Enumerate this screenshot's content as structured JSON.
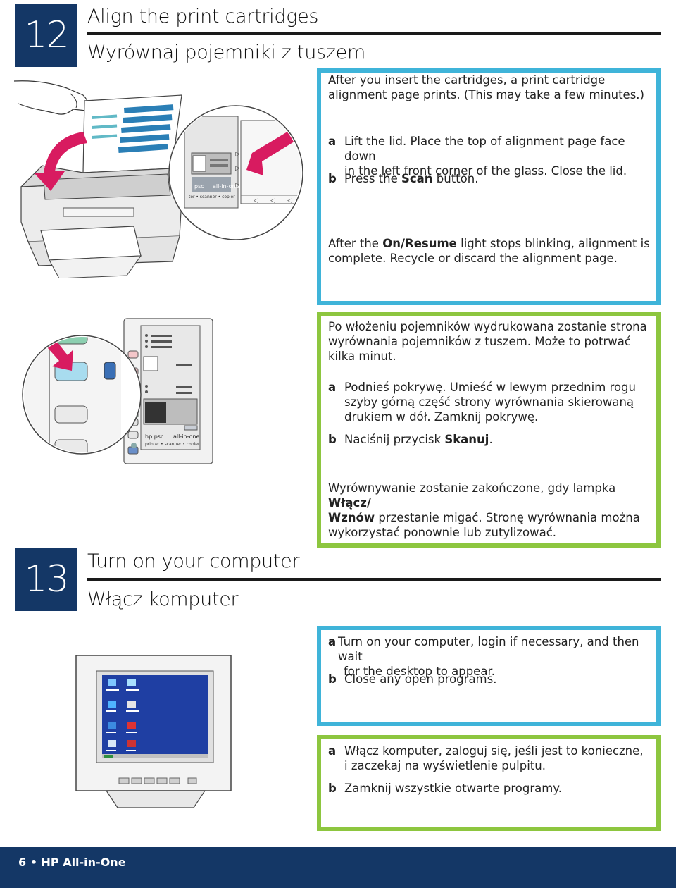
{
  "step12": {
    "number": "12",
    "title_en": "Align the print cartridges",
    "title_pl": "Wyrównaj pojemniki z tuszem",
    "en": {
      "intro": "After you insert the cartridges, a print cartridge alignment page prints. (This may take a few minutes.)",
      "a_letter": "a",
      "a_line1": "Lift the lid. Place the top of alignment page face down",
      "a_line2": "in the left front corner of the glass. Close the lid.",
      "b_letter": "b",
      "b_pre": "Press the ",
      "b_bold": "Scan",
      "b_post": " button.",
      "after_pre": "After the ",
      "after_bold": "On/Resume",
      "after_post": " light stops blinking, alignment is",
      "after_line2": "complete. Recycle or discard the alignment page."
    },
    "pl": {
      "intro_line1": "Po włożeniu pojemników wydrukowana zostanie strona",
      "intro_line2": "wyrównania pojemników z tuszem. Może to potrwać",
      "intro_line3": "kilka minut.",
      "a_letter": "a",
      "a_line1": "Podnieś pokrywę. Umieść w lewym przednim rogu",
      "a_line2": "szyby górną część strony wyrównania skierowaną",
      "a_line3": "drukiem w dół. Zamknij pokrywę.",
      "b_letter": "b",
      "b_pre": "Naciśnij przycisk ",
      "b_bold": "Skanuj",
      "b_post": ".",
      "after_pre": "Wyrównywanie zostanie zakończone, gdy lampka ",
      "after_bold1": "Włącz/",
      "after_bold2": "Wznów",
      "after_post": " przestanie migać. Stronę wyrównania można",
      "after_line3": "wykorzystać ponownie lub zutylizować."
    },
    "panel_labels": {
      "psc": "psc",
      "all_in_one": "all-in-one",
      "subtitle": "ter • scanner • copier",
      "hp_psc": "hp psc",
      "subtitle_full": "printer • scanner • copier"
    }
  },
  "step13": {
    "number": "13",
    "title_en": "Turn on your computer",
    "title_pl": "Włącz komputer",
    "en": {
      "a_letter": "a",
      "a_line1": "Turn on your computer, login if necessary, and then wait",
      "a_line2": "for the desktop to appear.",
      "b_letter": "b",
      "b_text": "Close any open programs."
    },
    "pl": {
      "a_letter": "a",
      "a_line1": "Włącz komputer, zaloguj się, jeśli jest to konieczne,",
      "a_line2": "i zaczekaj na wyświetlenie pulpitu.",
      "b_letter": "b",
      "b_text": "Zamknij wszystkie otwarte programy."
    }
  },
  "footer": {
    "text": "6 • HP All-in-One"
  },
  "colors": {
    "navy": "#143766",
    "cyan": "#3fb4d9",
    "green": "#8dc63f",
    "magenta": "#d81b60"
  }
}
